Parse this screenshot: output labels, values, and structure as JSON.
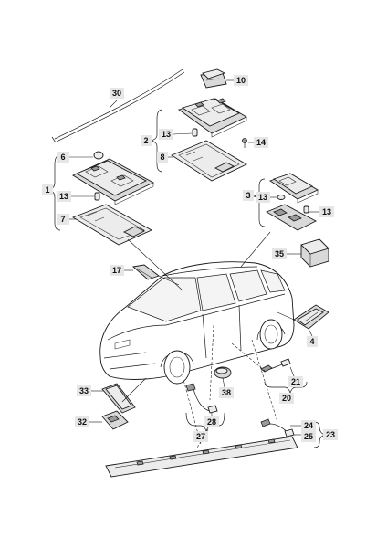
{
  "labels": {
    "l1": "1",
    "l2": "2",
    "l3": "3",
    "l4": "4",
    "l6": "6",
    "l7": "7",
    "l8": "8",
    "l10": "10",
    "l13a": "13",
    "l13b": "13",
    "l13c": "13",
    "l13d": "13",
    "l14": "14",
    "l17": "17",
    "l20": "20",
    "l21": "21",
    "l23": "23",
    "l24": "24",
    "l25": "25",
    "l27": "27",
    "l28": "28",
    "l30": "30",
    "l32": "32",
    "l33": "33",
    "l35": "35",
    "l38": "38"
  }
}
